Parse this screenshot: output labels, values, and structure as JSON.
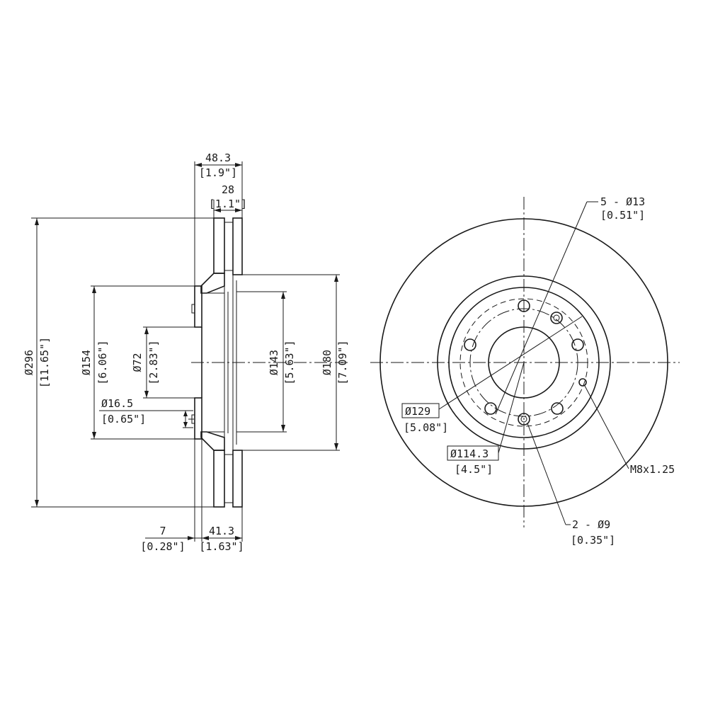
{
  "side_view": {
    "overall_diameter": {
      "mm": "Ø296",
      "in": "[11.65\"]"
    },
    "hat_diameter": {
      "mm": "Ø154",
      "in": "[6.06\"]"
    },
    "center_bore": {
      "mm": "Ø72",
      "in": "[2.83\"]"
    },
    "hole_diameter": {
      "mm": "Ø16.5",
      "in": "[0.65\"]"
    },
    "inner_diameter": {
      "mm": "Ø143",
      "in": "[5.63\"]"
    },
    "friction_inner_diameter": {
      "mm": "Ø180",
      "in": "[7.09\"]"
    },
    "overall_height": {
      "mm": "48.3",
      "in": "[1.9\"]"
    },
    "rotor_thickness": {
      "mm": "28",
      "in": "[1.1\"]"
    },
    "hat_thickness": {
      "mm": "7",
      "in": "[0.28\"]"
    },
    "hat_height": {
      "mm": "41.3",
      "in": "[1.63\"]"
    }
  },
  "front_view": {
    "lug_holes": {
      "mm": "5 - Ø13",
      "in": "[0.51\"]"
    },
    "bolt_circle": {
      "mm": "Ø129",
      "in": "[5.08\"]"
    },
    "pitch_circle": {
      "mm": "Ø114.3",
      "in": "[4.5\"]"
    },
    "thread": {
      "mm": "M8x1.25"
    },
    "locator_holes": {
      "mm": "2 - Ø9",
      "in": "[0.35\"]"
    }
  }
}
